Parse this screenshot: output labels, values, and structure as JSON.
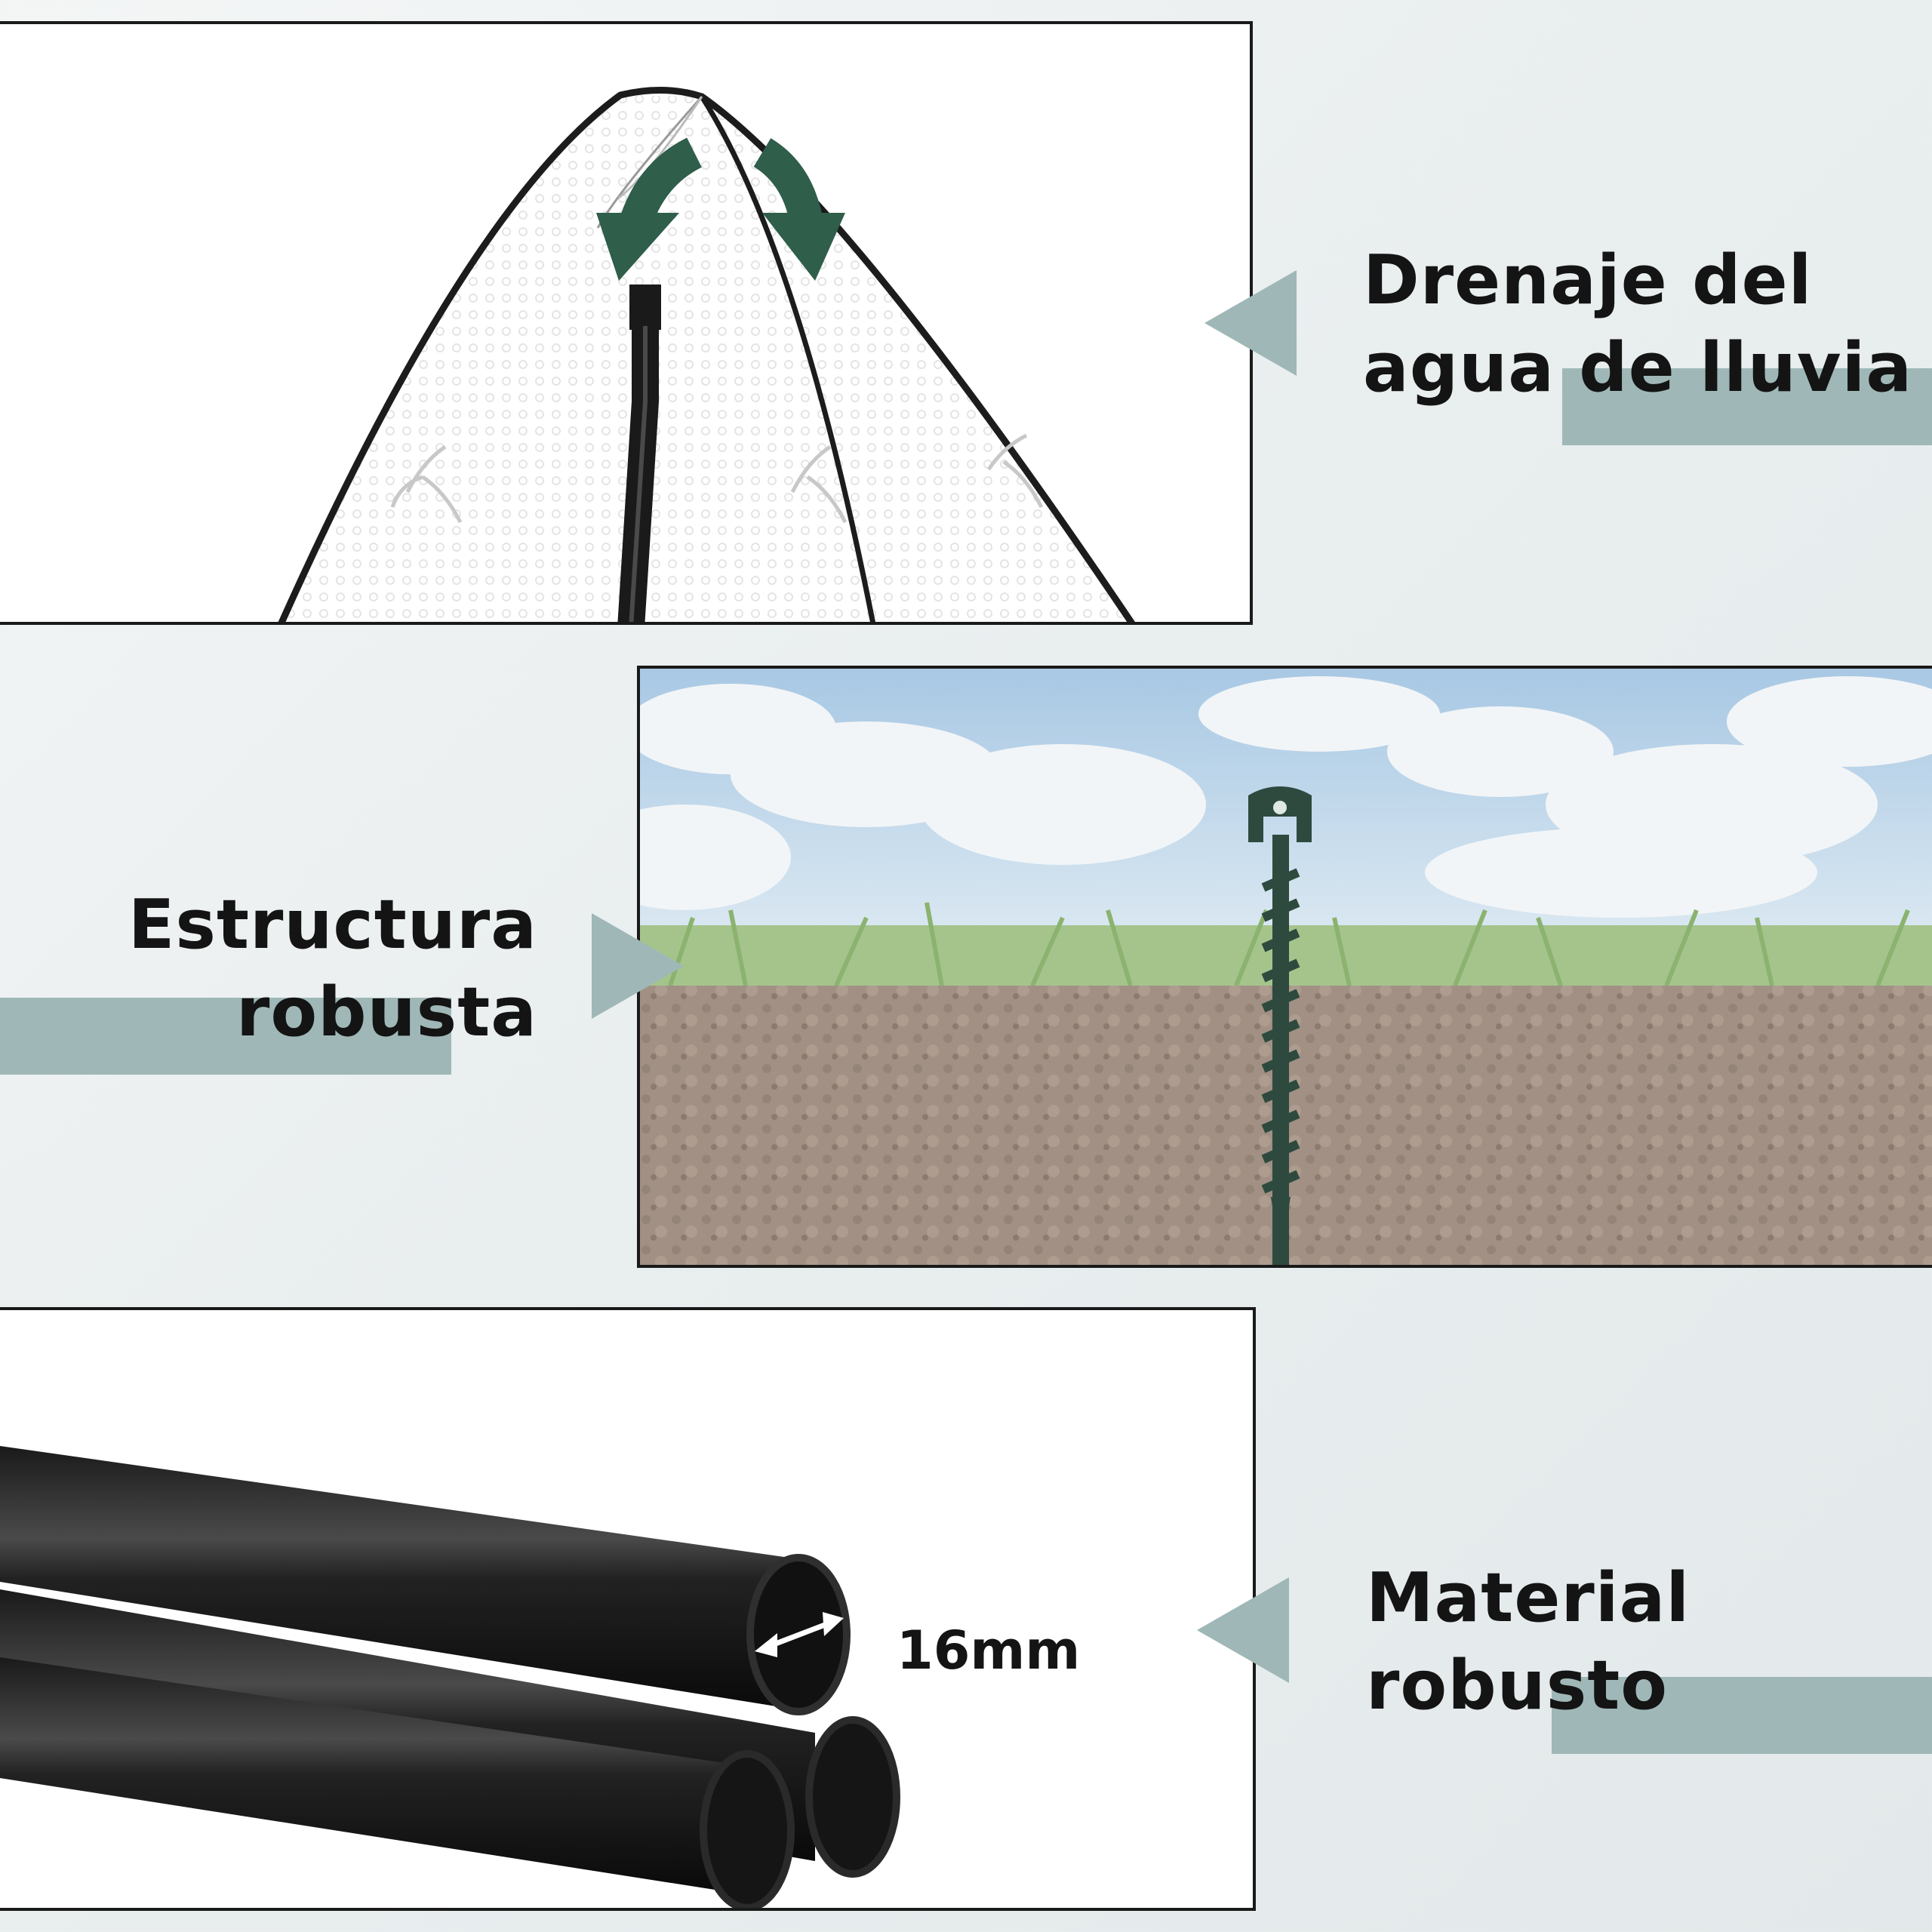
{
  "colors": {
    "accent": "#9fb8b7",
    "arrow_green": "#2f5e4b",
    "frame_black": "#1a1a1a",
    "stake_green": "#2e4a3f"
  },
  "features": [
    {
      "line1": "Drenaje del",
      "line2": "agua de lluvia",
      "image": "greenhouse-roof-drainage"
    },
    {
      "line1": "Estructura",
      "line2": "robusta",
      "image": "ground-stake-in-soil"
    },
    {
      "line1": "Material",
      "line2": "robusto",
      "image": "black-steel-tubes"
    }
  ],
  "tube_diameter": "16mm",
  "icons": [
    "arrow-left-pointer-icon",
    "arrow-right-pointer-icon",
    "curved-drain-arrow-icon",
    "double-arrow-icon"
  ]
}
